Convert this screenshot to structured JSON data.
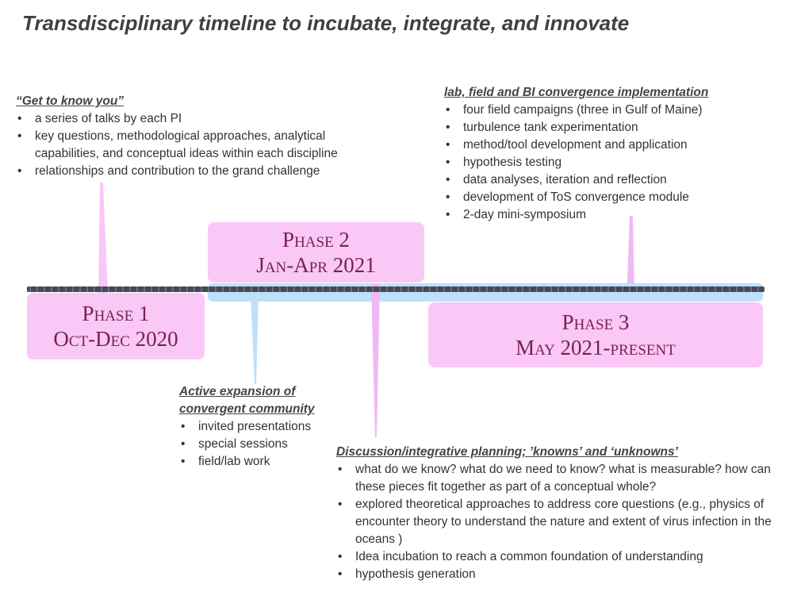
{
  "title": "Transdisciplinary timeline to incubate, integrate, and innovate",
  "phases": [
    {
      "name": "Phase 1",
      "dates": "Oct-Dec 2020"
    },
    {
      "name": "Phase 2",
      "dates": "Jan-Apr 2021"
    },
    {
      "name": "Phase 3",
      "dates": "May 2021-present"
    }
  ],
  "blocks": {
    "get_to_know": {
      "heading": "“Get to know you”",
      "items": [
        "a series of talks by each PI",
        "key questions, methodological approaches, analytical capabilities, and conceptual ideas within each discipline",
        "relationships and contribution to the grand challenge"
      ]
    },
    "convergence": {
      "heading": "lab, field and BI convergence implementation",
      "items": [
        "four field campaigns (three in Gulf of Maine)",
        "turbulence tank experimentation",
        "method/tool development and application",
        "hypothesis testing",
        "data analyses, iteration and reflection",
        "development of ToS convergence module",
        "2-day mini-symposium"
      ]
    },
    "expansion": {
      "heading": "Active expansion of convergent community",
      "items": [
        "invited presentations",
        "special sessions",
        "field/lab work"
      ]
    },
    "discussion": {
      "heading": "Discussion/integrative planning; ’knowns’ and ‘unknowns’",
      "items": [
        "what do we know? what do we need to know? what is measurable? how can these pieces fit together as part of a conceptual whole?",
        "explored theoretical approaches to address core questions (e.g., physics of encounter theory to understand the nature and extent of virus infection in the oceans )",
        "Idea incubation to reach a common foundation of understanding",
        "hypothesis generation"
      ]
    }
  },
  "colors": {
    "phase_fill": "#f9c8f6",
    "phase_text": "#7a2050",
    "band": "#bfe0fb"
  }
}
